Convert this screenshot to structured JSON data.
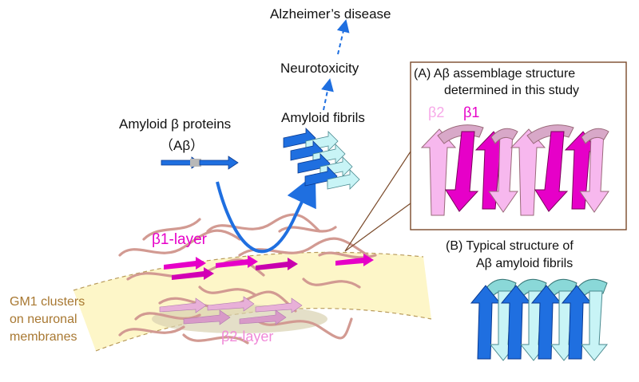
{
  "labels": {
    "alzheimers": "Alzheimer’s disease",
    "neurotoxicity": "Neurotoxicity",
    "amyloid_fibrils": "Amyloid fibrils",
    "amyloid_proteins": "Amyloid β proteins",
    "abeta": "（Aβ）",
    "beta1_layer": "β1-layer",
    "beta2_layer": "β2-layer",
    "gm1_line1": "GM1 clusters",
    "gm1_line2": "on neuronal",
    "gm1_line3": "membranes"
  },
  "panel_a": {
    "title_line1": "(A) Aβ assemblage structure",
    "title_line2": "determined in this study",
    "beta2": "β2",
    "beta1": "β1"
  },
  "panel_b": {
    "title_line1": "(B) Typical structure of",
    "title_line2": "Aβ amyloid fibrils"
  },
  "colors": {
    "magenta": "#e600c8",
    "light_pink": "#f7b8ee",
    "blue": "#1f6fe0",
    "light_cyan": "#c8f4f6",
    "membrane": "#fdf6c8",
    "brown_text": "#a87832",
    "coil": "#d29a92"
  }
}
